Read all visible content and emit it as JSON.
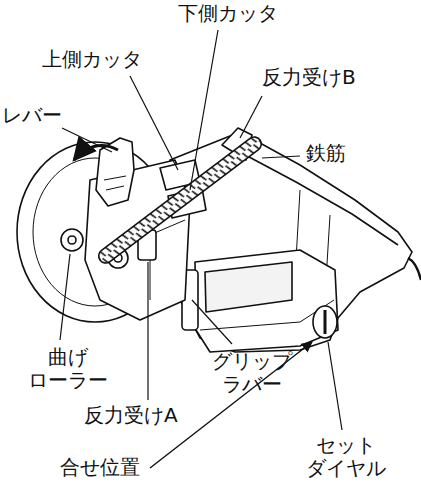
{
  "diagram": {
    "labels": [
      "下側カッタ",
      "上側カッタ",
      "反力受けB",
      "レバー",
      "鉄筋",
      "曲げ ローラー",
      "グリップ ラバー",
      "反力受けA",
      "セット ダイヤル",
      "合せ位置"
    ]
  }
}
